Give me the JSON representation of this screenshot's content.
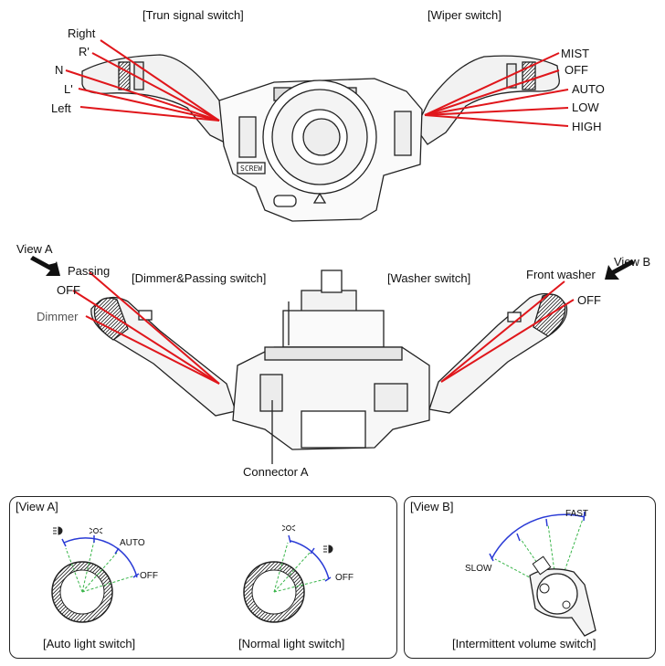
{
  "top": {
    "turn_title": "[Trun signal switch]",
    "wiper_title": "[Wiper switch]",
    "turn_labels": {
      "right": "Right",
      "r_prime": "R'",
      "n": "N",
      "l_prime": "L'",
      "left": "Left"
    },
    "wiper_labels": {
      "mist": "MIST",
      "off": "OFF",
      "auto": "AUTO",
      "low": "LOW",
      "high": "HIGH"
    },
    "screw_text": "SCREW"
  },
  "middle": {
    "view_a": "View A",
    "view_b": "View B",
    "dimmer_title": "[Dimmer&Passing switch]",
    "washer_title": "[Washer switch]",
    "passing": "Passing",
    "off_left": "OFF",
    "dimmer": "Dimmer",
    "front_washer": "Front washer",
    "off_right": "OFF",
    "connector": "Connector A"
  },
  "panel_a": {
    "title": "[View A]",
    "auto_label": "AUTO",
    "off1": "OFF",
    "off2": "OFF",
    "caption_auto": "[Auto light switch]",
    "caption_normal": "[Normal light switch]"
  },
  "panel_b": {
    "title": "[View B]",
    "fast": "FAST",
    "slow": "SLOW",
    "caption": "[Intermittent volume switch]"
  },
  "colors": {
    "leader": "#e0161b",
    "scale": "#2a3bd6",
    "tick": "#39b54a",
    "arrow": "#111111"
  },
  "icons": [
    "headlamp-icon",
    "parking-lamp-icon",
    "pointer-arrow-icon"
  ]
}
